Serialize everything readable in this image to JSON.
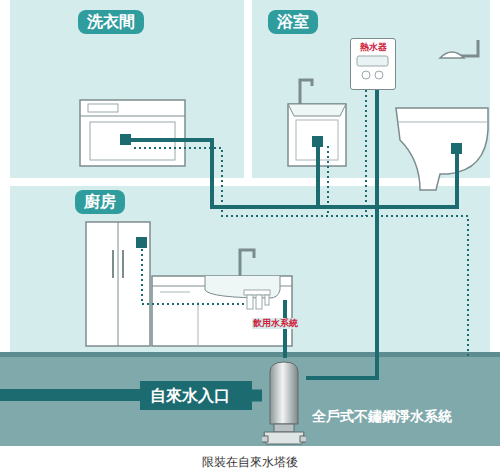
{
  "diagram": {
    "caption": "限裝在自來水塔後",
    "nodes": [
      {
        "text": [
          "洗衣間"
        ]
      },
      {
        "text": [
          "浴室"
        ]
      },
      {
        "text": [
          "熱水器"
        ]
      },
      {
        "text": [
          "廚房"
        ]
      },
      {
        "text": [
          "自來水入口"
        ]
      },
      {
        "text": [
          "全戶式不鏽鋼淨水系統"
        ]
      }
    ],
    "edges": [
      {
        "from": 4,
        "to": 5,
        "arrow": "none"
      },
      {
        "from": 5,
        "to": 2,
        "arrow": "none"
      }
    ],
    "labels": [
      "飲用水系統"
    ]
  }
}
